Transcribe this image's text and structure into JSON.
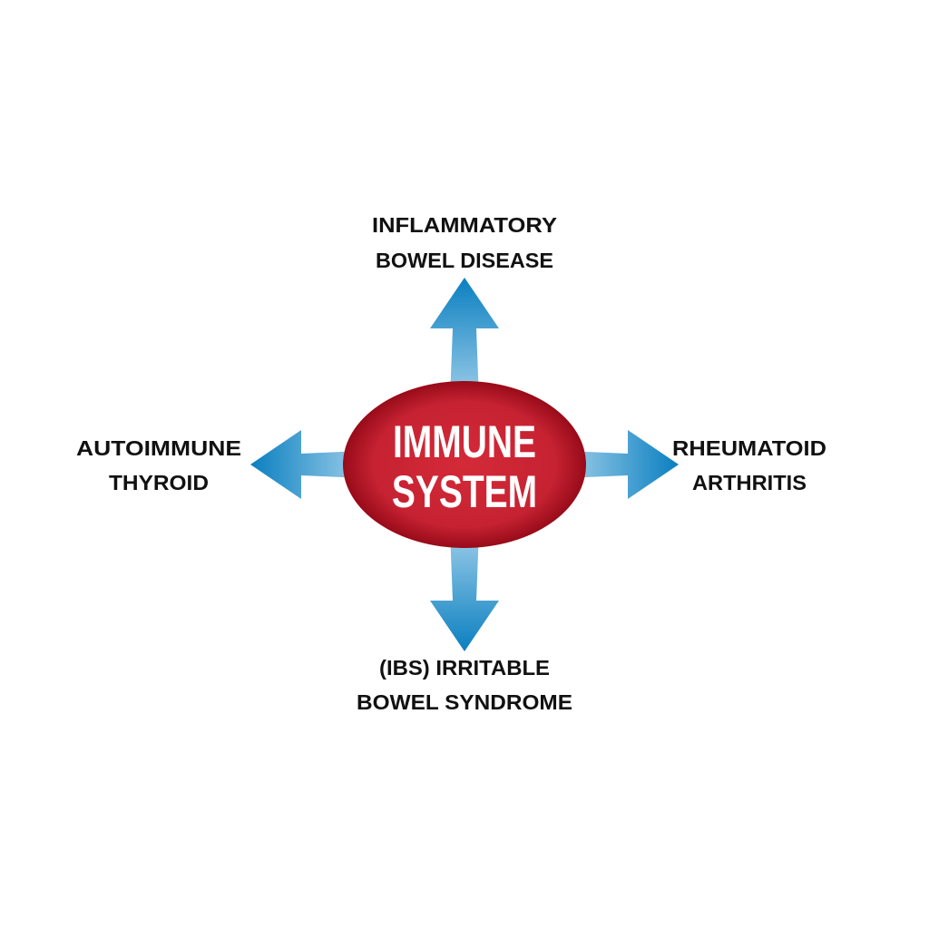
{
  "center": {
    "line1": "IMMUNE",
    "line2": "SYSTEM"
  },
  "labels": {
    "top": {
      "line1": "INFLAMMATORY",
      "line2": "BOWEL DISEASE"
    },
    "left": {
      "line1": "AUTOIMMUNE",
      "line2": "THYROID"
    },
    "right": {
      "line1": "RHEUMATOID",
      "line2": "ARTHRITIS"
    },
    "bottom": {
      "line1": "(IBS) IRRITABLE",
      "line2": "BOWEL SYNDROME"
    }
  },
  "colors": {
    "arrow_dark": "#0a7fc0",
    "arrow_light": "#8ec6e6",
    "ellipse": "#d02836",
    "ellipse_edge": "#9a0c1a"
  }
}
